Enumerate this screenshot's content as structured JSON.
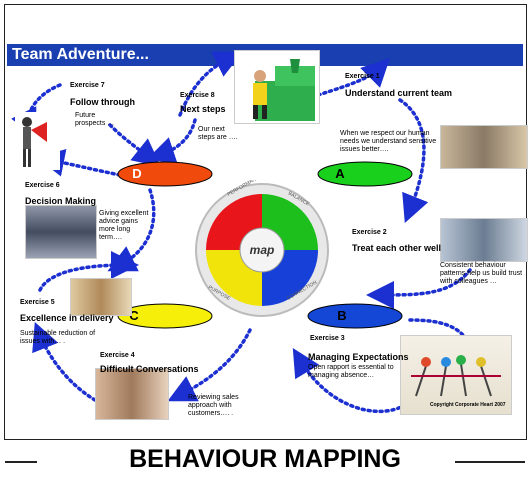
{
  "title": "Team Adventure...",
  "footer": "BEHAVIOUR MAPPING",
  "wheel_center": "map",
  "wheel_segments": [
    "PERFORMANCE",
    "BALANCE",
    "PURPOSE",
    "CONNECTION"
  ],
  "ovals": [
    {
      "label": "A",
      "color": "#19d11c"
    },
    {
      "label": "B",
      "color": "#1447d6"
    },
    {
      "label": "C",
      "color": "#f5ef0a"
    },
    {
      "label": "D",
      "color": "#f04a0c"
    }
  ],
  "exercises": [
    {
      "num": "Exercise 1",
      "title": "Understand current team",
      "desc": "When we respect our human needs we understand sensitive issues better…."
    },
    {
      "num": "Exercise 2",
      "title": "Treat each other well",
      "desc": "Consistent behaviour patterns help us build trust with colleagues …"
    },
    {
      "num": "Exercise 3",
      "title": "Managing Expectations",
      "desc": "Open rapport is essential to managing absence…"
    },
    {
      "num": "Exercise 4",
      "title": "Difficult Conversations",
      "desc": "Reviewing sales approach with customers…. ."
    },
    {
      "num": "Exercise 5",
      "title": "Excellence in delivery",
      "desc": "Sustainable reduction of issues with… ."
    },
    {
      "num": "Exercise 6",
      "title": "Decision Making",
      "desc": "Giving excellent advice gains more long term…."
    },
    {
      "num": "Exercise 7",
      "title": "Follow through",
      "desc": "Future prospects …"
    },
    {
      "num": "Exercise 8",
      "title": "Next steps",
      "desc": "Our next steps are …."
    }
  ],
  "copyright": "Copyright Corporate Heart 2007",
  "colors": {
    "banner": "#1a3fb0",
    "arrows": "#1c2fd0",
    "wheel_red": "#e8151a",
    "wheel_green": "#1dbf1d",
    "wheel_yellow": "#f0e40a",
    "wheel_blue": "#1740d8"
  }
}
